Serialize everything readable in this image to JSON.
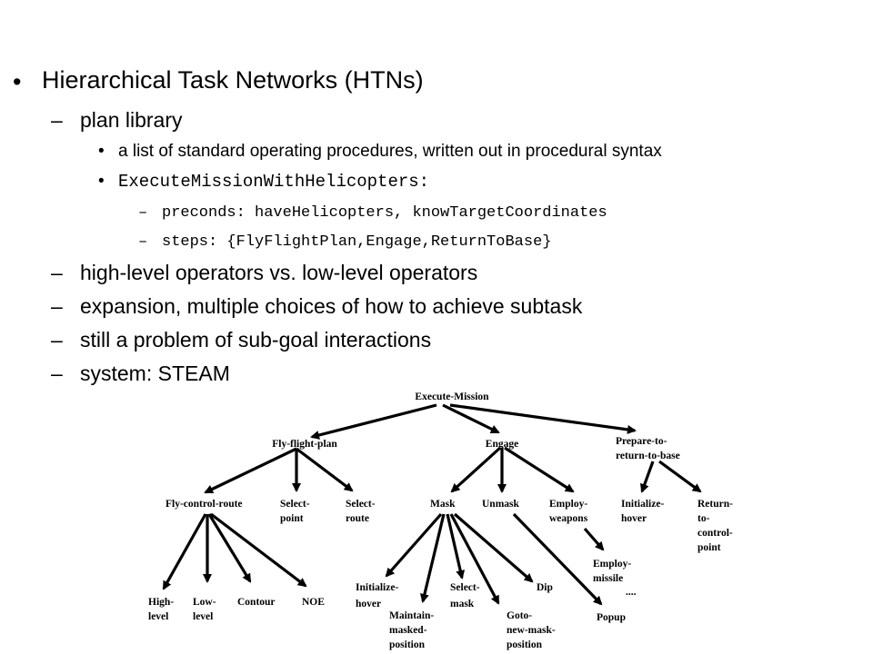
{
  "slide": {
    "title": "Hierarchical Task Networks (HTNs)",
    "bullet_marker": "•",
    "dash_marker": "–",
    "items": {
      "plan_library": "plan library",
      "sop": "a list of standard operating procedures, written out in procedural syntax",
      "mission": "ExecuteMissionWithHelicopters:",
      "preconds": "preconds: haveHelicopters, knowTargetCoordinates",
      "steps": "steps: {FlyFlightPlan,Engage,ReturnToBase}",
      "high_low": "high-level operators vs. low-level operators",
      "expansion": "expansion, multiple choices of how to achieve subtask",
      "subgoal": "still a problem of sub-goal interactions",
      "system": "system: STEAM"
    }
  },
  "tree": {
    "execute_mission": "Execute-Mission",
    "fly_flight_plan": "Fly-flight-plan",
    "engage": "Engage",
    "prepare": [
      "Prepare-to-",
      "return-to-base"
    ],
    "fly_control_route": "Fly-control-route",
    "select_point": [
      "Select-",
      "point"
    ],
    "select_route": [
      "Select-",
      "route"
    ],
    "mask": "Mask",
    "unmask": "Unmask",
    "employ_weapons": [
      "Employ-",
      "weapons"
    ],
    "initialize_hover_top": [
      "Initialize-",
      "hover"
    ],
    "return_to_control": [
      "Return-",
      "to-",
      "control-",
      "point"
    ],
    "high_level": [
      "High-",
      "level"
    ],
    "low_level": [
      "Low-",
      "level"
    ],
    "contour": "Contour",
    "noe": "NOE",
    "initialize_hover": [
      "Initialize-",
      "hover"
    ],
    "maintain": [
      "Maintain-",
      "masked-",
      "position"
    ],
    "select_mask": [
      "Select-",
      "mask"
    ],
    "goto": [
      "Goto-",
      "new-mask-",
      "position"
    ],
    "dip": "Dip",
    "employ_missile": [
      "Employ-",
      "missile"
    ],
    "ellipsis": "....",
    "popup": "Popup"
  }
}
